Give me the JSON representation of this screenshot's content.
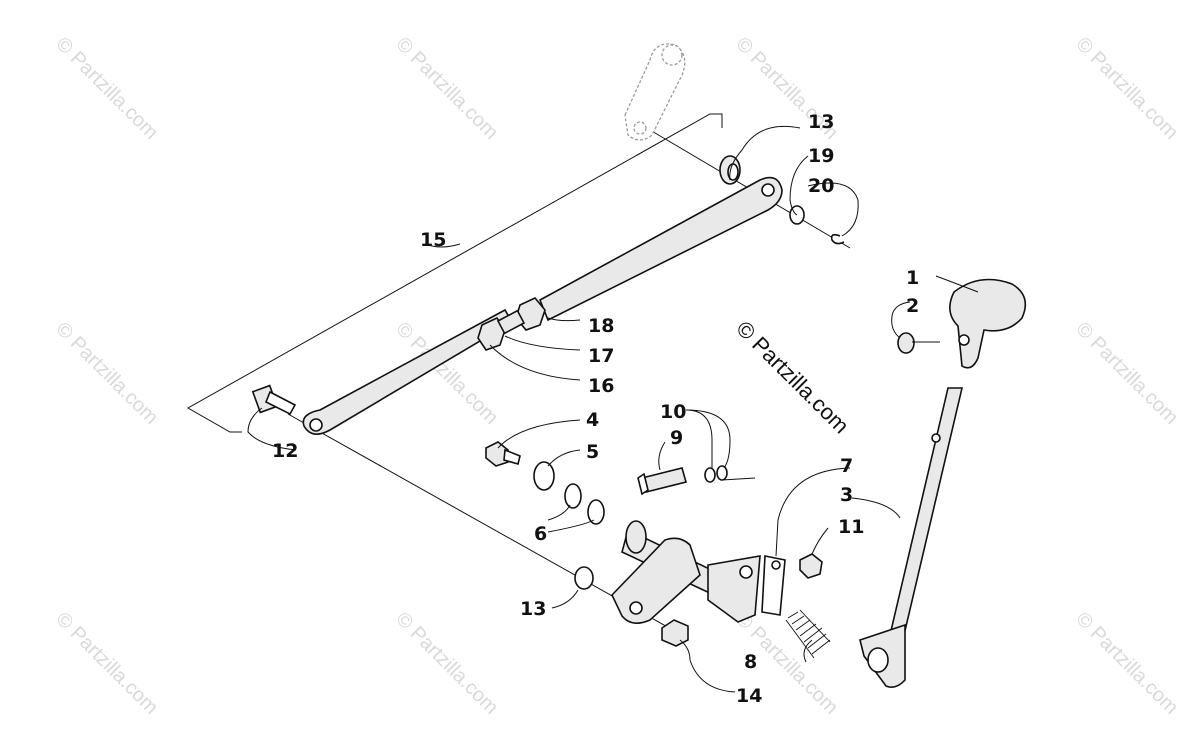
{
  "watermark": {
    "text": "© Partzilla.com"
  },
  "copyright": "© Partzilla.com",
  "callouts": [
    {
      "id": "c1",
      "label": "1"
    },
    {
      "id": "c2",
      "label": "2"
    },
    {
      "id": "c3",
      "label": "3"
    },
    {
      "id": "c4",
      "label": "4"
    },
    {
      "id": "c5",
      "label": "5"
    },
    {
      "id": "c6",
      "label": "6"
    },
    {
      "id": "c7",
      "label": "7"
    },
    {
      "id": "c8",
      "label": "8"
    },
    {
      "id": "c9",
      "label": "9"
    },
    {
      "id": "c10",
      "label": "10"
    },
    {
      "id": "c11",
      "label": "11"
    },
    {
      "id": "c12",
      "label": "12"
    },
    {
      "id": "c13a",
      "label": "13"
    },
    {
      "id": "c13b",
      "label": "13"
    },
    {
      "id": "c14",
      "label": "14"
    },
    {
      "id": "c15",
      "label": "15"
    },
    {
      "id": "c16",
      "label": "16"
    },
    {
      "id": "c17",
      "label": "17"
    },
    {
      "id": "c18",
      "label": "18"
    },
    {
      "id": "c19",
      "label": "19"
    },
    {
      "id": "c20",
      "label": "20"
    }
  ]
}
